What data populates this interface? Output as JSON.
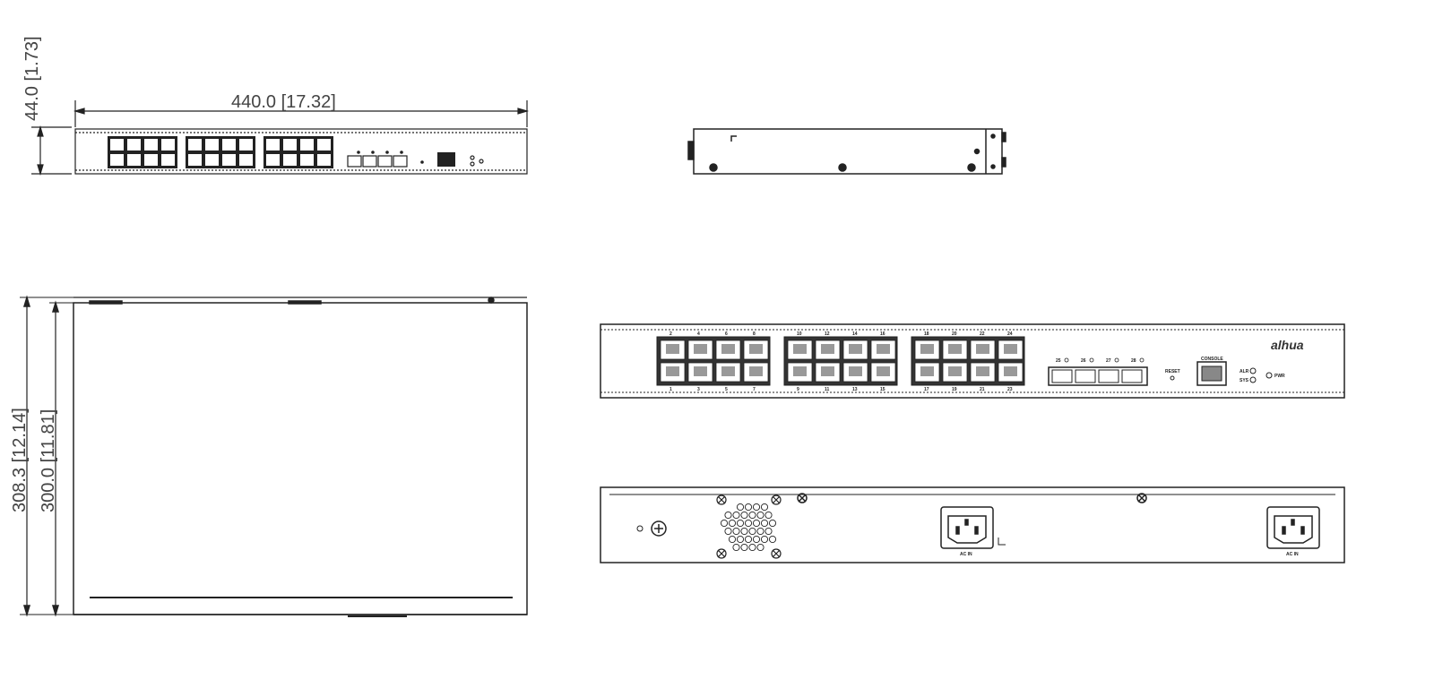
{
  "dimensions": {
    "front_height": "44.0  [1.73]",
    "front_width": "440.0  [17.32]",
    "top_depth_overall": "308.3  [12.14]",
    "top_depth_body": "300.0  [11.81]"
  },
  "front_panel": {
    "port_numbers_top": [
      "2",
      "4",
      "6",
      "8",
      "10",
      "12",
      "14",
      "16",
      "18",
      "20",
      "22",
      "24"
    ],
    "port_numbers_bottom": [
      "1",
      "3",
      "5",
      "7",
      "9",
      "11",
      "13",
      "15",
      "17",
      "19",
      "21",
      "23"
    ],
    "sfp_labels": [
      "25",
      "26",
      "27",
      "28"
    ],
    "reset_label": "RESET",
    "console_label": "CONSOLE",
    "led_labels": [
      "ALR",
      "SYS"
    ],
    "pwr_label": "PWR",
    "brand": "alhua"
  },
  "rear_panel": {
    "ac_labels": [
      "AC IN",
      "AC IN"
    ]
  }
}
